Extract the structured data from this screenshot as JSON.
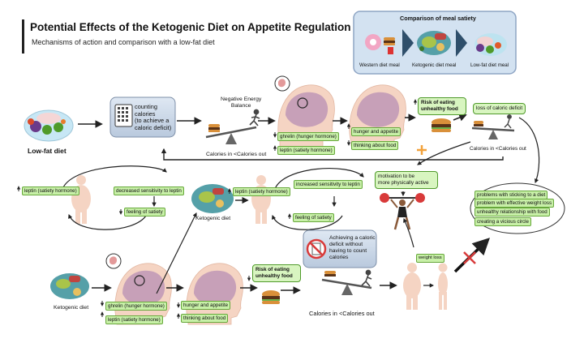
{
  "header": {
    "title": "Potential Effects of the Ketogenic Diet on Appetite Regulation",
    "subtitle": "Mechanisms of action and comparison with a low-fat diet"
  },
  "comparison": {
    "title": "Comparison of meal satiety",
    "meals": [
      "Western diet meal",
      "Ketogenic diet meal",
      "Low-fat diet meal"
    ]
  },
  "top_row": {
    "diet_label": "Low-fat diet",
    "counting_box": [
      "counting",
      "calories",
      "(to achieve a",
      "caloric deficit)"
    ],
    "energy_balance": [
      "Negative Energy",
      "Balance"
    ],
    "calories_label": "Calories in <Calories out",
    "ghrelin": "ghrelin (hunger hormone)",
    "leptin": "leptin (satiety hormone)",
    "hunger": "hunger and appetite",
    "thinking": "thinking about food",
    "risk": [
      "Risk of eating",
      "unhealthy food"
    ],
    "loss_deficit": "loss of caloric deficit",
    "calories_label_right": "Calories in <Calories out"
  },
  "middle_row": {
    "leptin_left": "leptin (satiety hormone)",
    "decreased": "decreased sensitivity to leptin",
    "satiety_left": "feeling of satiety",
    "keto_label": "Ketogenic diet",
    "leptin_right": "leptin (satiety hormone)",
    "increased": "increased sensitivity to leptin",
    "satiety_right": "feeling of satiety",
    "motivation": [
      "motivation to be",
      "more physically active"
    ],
    "problems": [
      "problems with sticking to a diet",
      "problem with effective weight loss",
      "unhealthy relationship with food",
      "creating a vicious circle"
    ]
  },
  "bottom_row": {
    "diet_label": "Ketogenic diet",
    "ghrelin": "ghrelin (hunger hormone)",
    "leptin": "leptin (satiety hormone)",
    "hunger": "hunger and appetite",
    "thinking": "thinking about food",
    "risk": [
      "Risk of eating",
      "unhealthy food"
    ],
    "achieving": [
      "Achieving a caloric",
      "deficit without",
      "having to count",
      "calories"
    ],
    "calories_label": "Calories in <Calories out",
    "weight_loss": "weight loss"
  }
}
